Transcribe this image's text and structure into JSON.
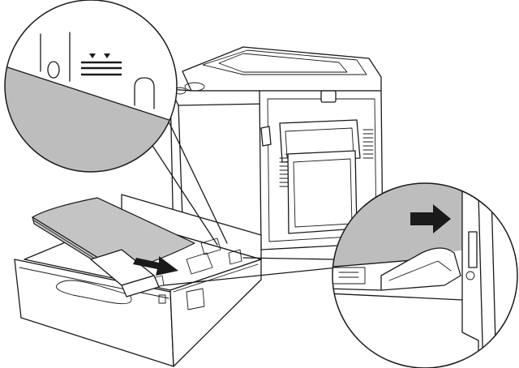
{
  "colors": {
    "line": "#1a1a1a",
    "fill_gray": "#bdbdbd",
    "paper_gray": "#c4c4c4",
    "arrow": "#1a1a1a",
    "background": "#ffffff"
  },
  "icons": {
    "left_callout_marker": "triangle-down-pair",
    "tray_arrow": "arrow-right",
    "right_callout_arrow": "arrow-right"
  }
}
